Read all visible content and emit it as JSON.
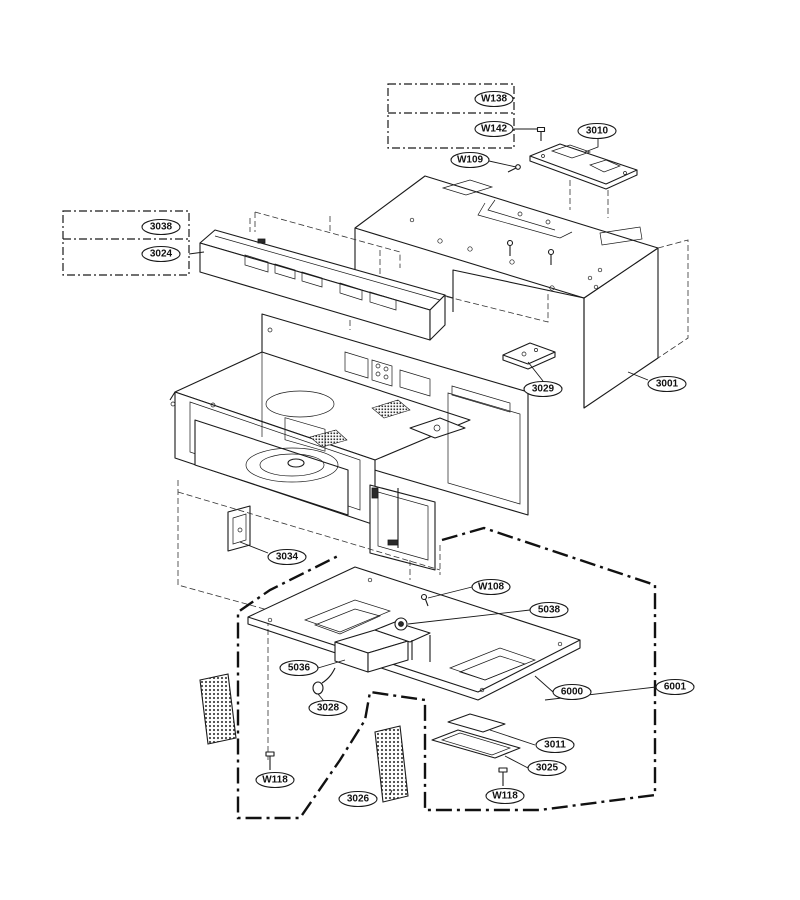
{
  "diagram": {
    "callouts": {
      "W138": "W138",
      "W142": "W142",
      "W109": "W109",
      "p3010": "3010",
      "p3038": "3038",
      "p3024": "3024",
      "p3029": "3029",
      "p3001": "3001",
      "p3034": "3034",
      "W108": "W108",
      "p5038": "5038",
      "p5036": "5036",
      "p6000": "6000",
      "p6001": "6001",
      "p3028": "3028",
      "p3011": "3011",
      "p3025": "3025",
      "W118a": "W118",
      "W118b": "W118",
      "p3026": "3026"
    }
  }
}
